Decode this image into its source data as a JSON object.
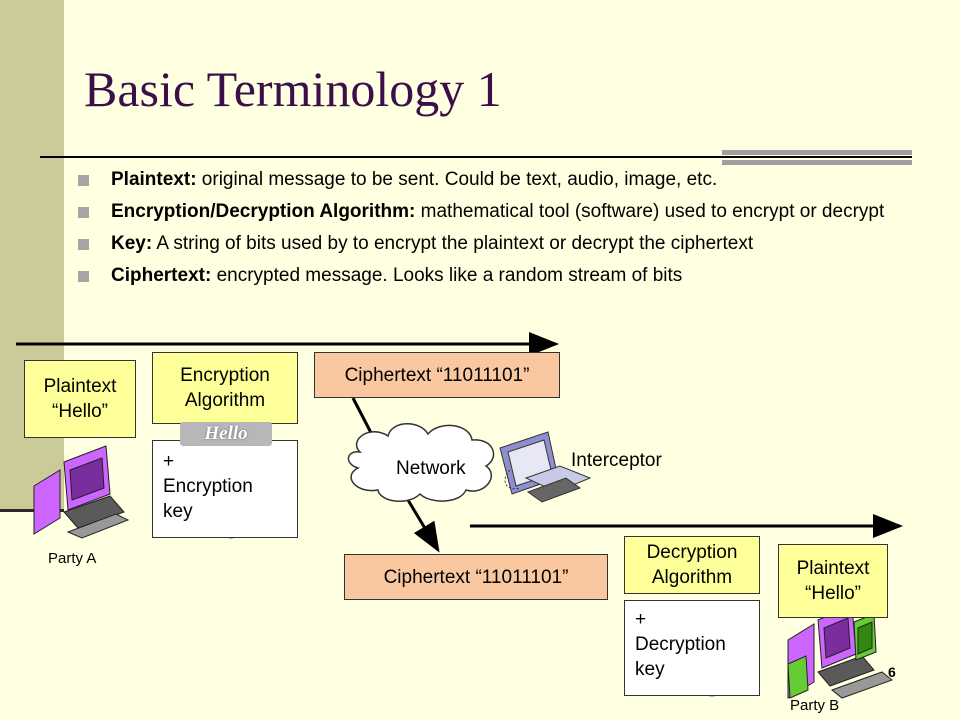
{
  "slide": {
    "title": "Basic Terminology 1",
    "page_number": "6"
  },
  "bullets": [
    {
      "term": "Plaintext:",
      "text": " original message to be sent. Could be text, audio, image, etc."
    },
    {
      "term": "Encryption/Decryption Algorithm:",
      "text": " mathematical tool (software) used to encrypt or decrypt"
    },
    {
      "term": "Key:",
      "text": " A string of bits used by to encrypt the plaintext or decrypt the ciphertext"
    },
    {
      "term": "Ciphertext:",
      "text": " encrypted message. Looks like a random stream of bits"
    }
  ],
  "diagram": {
    "plaintext_a": {
      "line1": "Plaintext",
      "line2": "“Hello”"
    },
    "encryption_algorithm": {
      "line1": "Encryption",
      "line2": "Algorithm"
    },
    "encryption_key": {
      "line1": "+",
      "line2": "Encryption",
      "line3": "key"
    },
    "hello_tag": "Hello",
    "ciphertext_top": "Ciphertext “11011101”",
    "network_label": "Network",
    "interceptor_label": "Interceptor",
    "ciphertext_bottom": "Ciphertext “11011101”",
    "decryption_algorithm": {
      "line1": "Decryption",
      "line2": "Algorithm"
    },
    "decryption_key": {
      "line1": "+",
      "line2": "Decryption",
      "line3": "key"
    },
    "plaintext_b": {
      "line1": "Plaintext",
      "line2": "“Hello”"
    },
    "party_a": "Party A",
    "party_b": "Party B"
  },
  "colors": {
    "background": "#FFFFE1",
    "sidebar": "#CBCB9A",
    "title": "#3B1049",
    "plaintext_box": "#FFFF99",
    "ciphertext_box": "#F9C8A0",
    "computer_purple": "#CC66FF",
    "computer_green": "#66CC33"
  }
}
